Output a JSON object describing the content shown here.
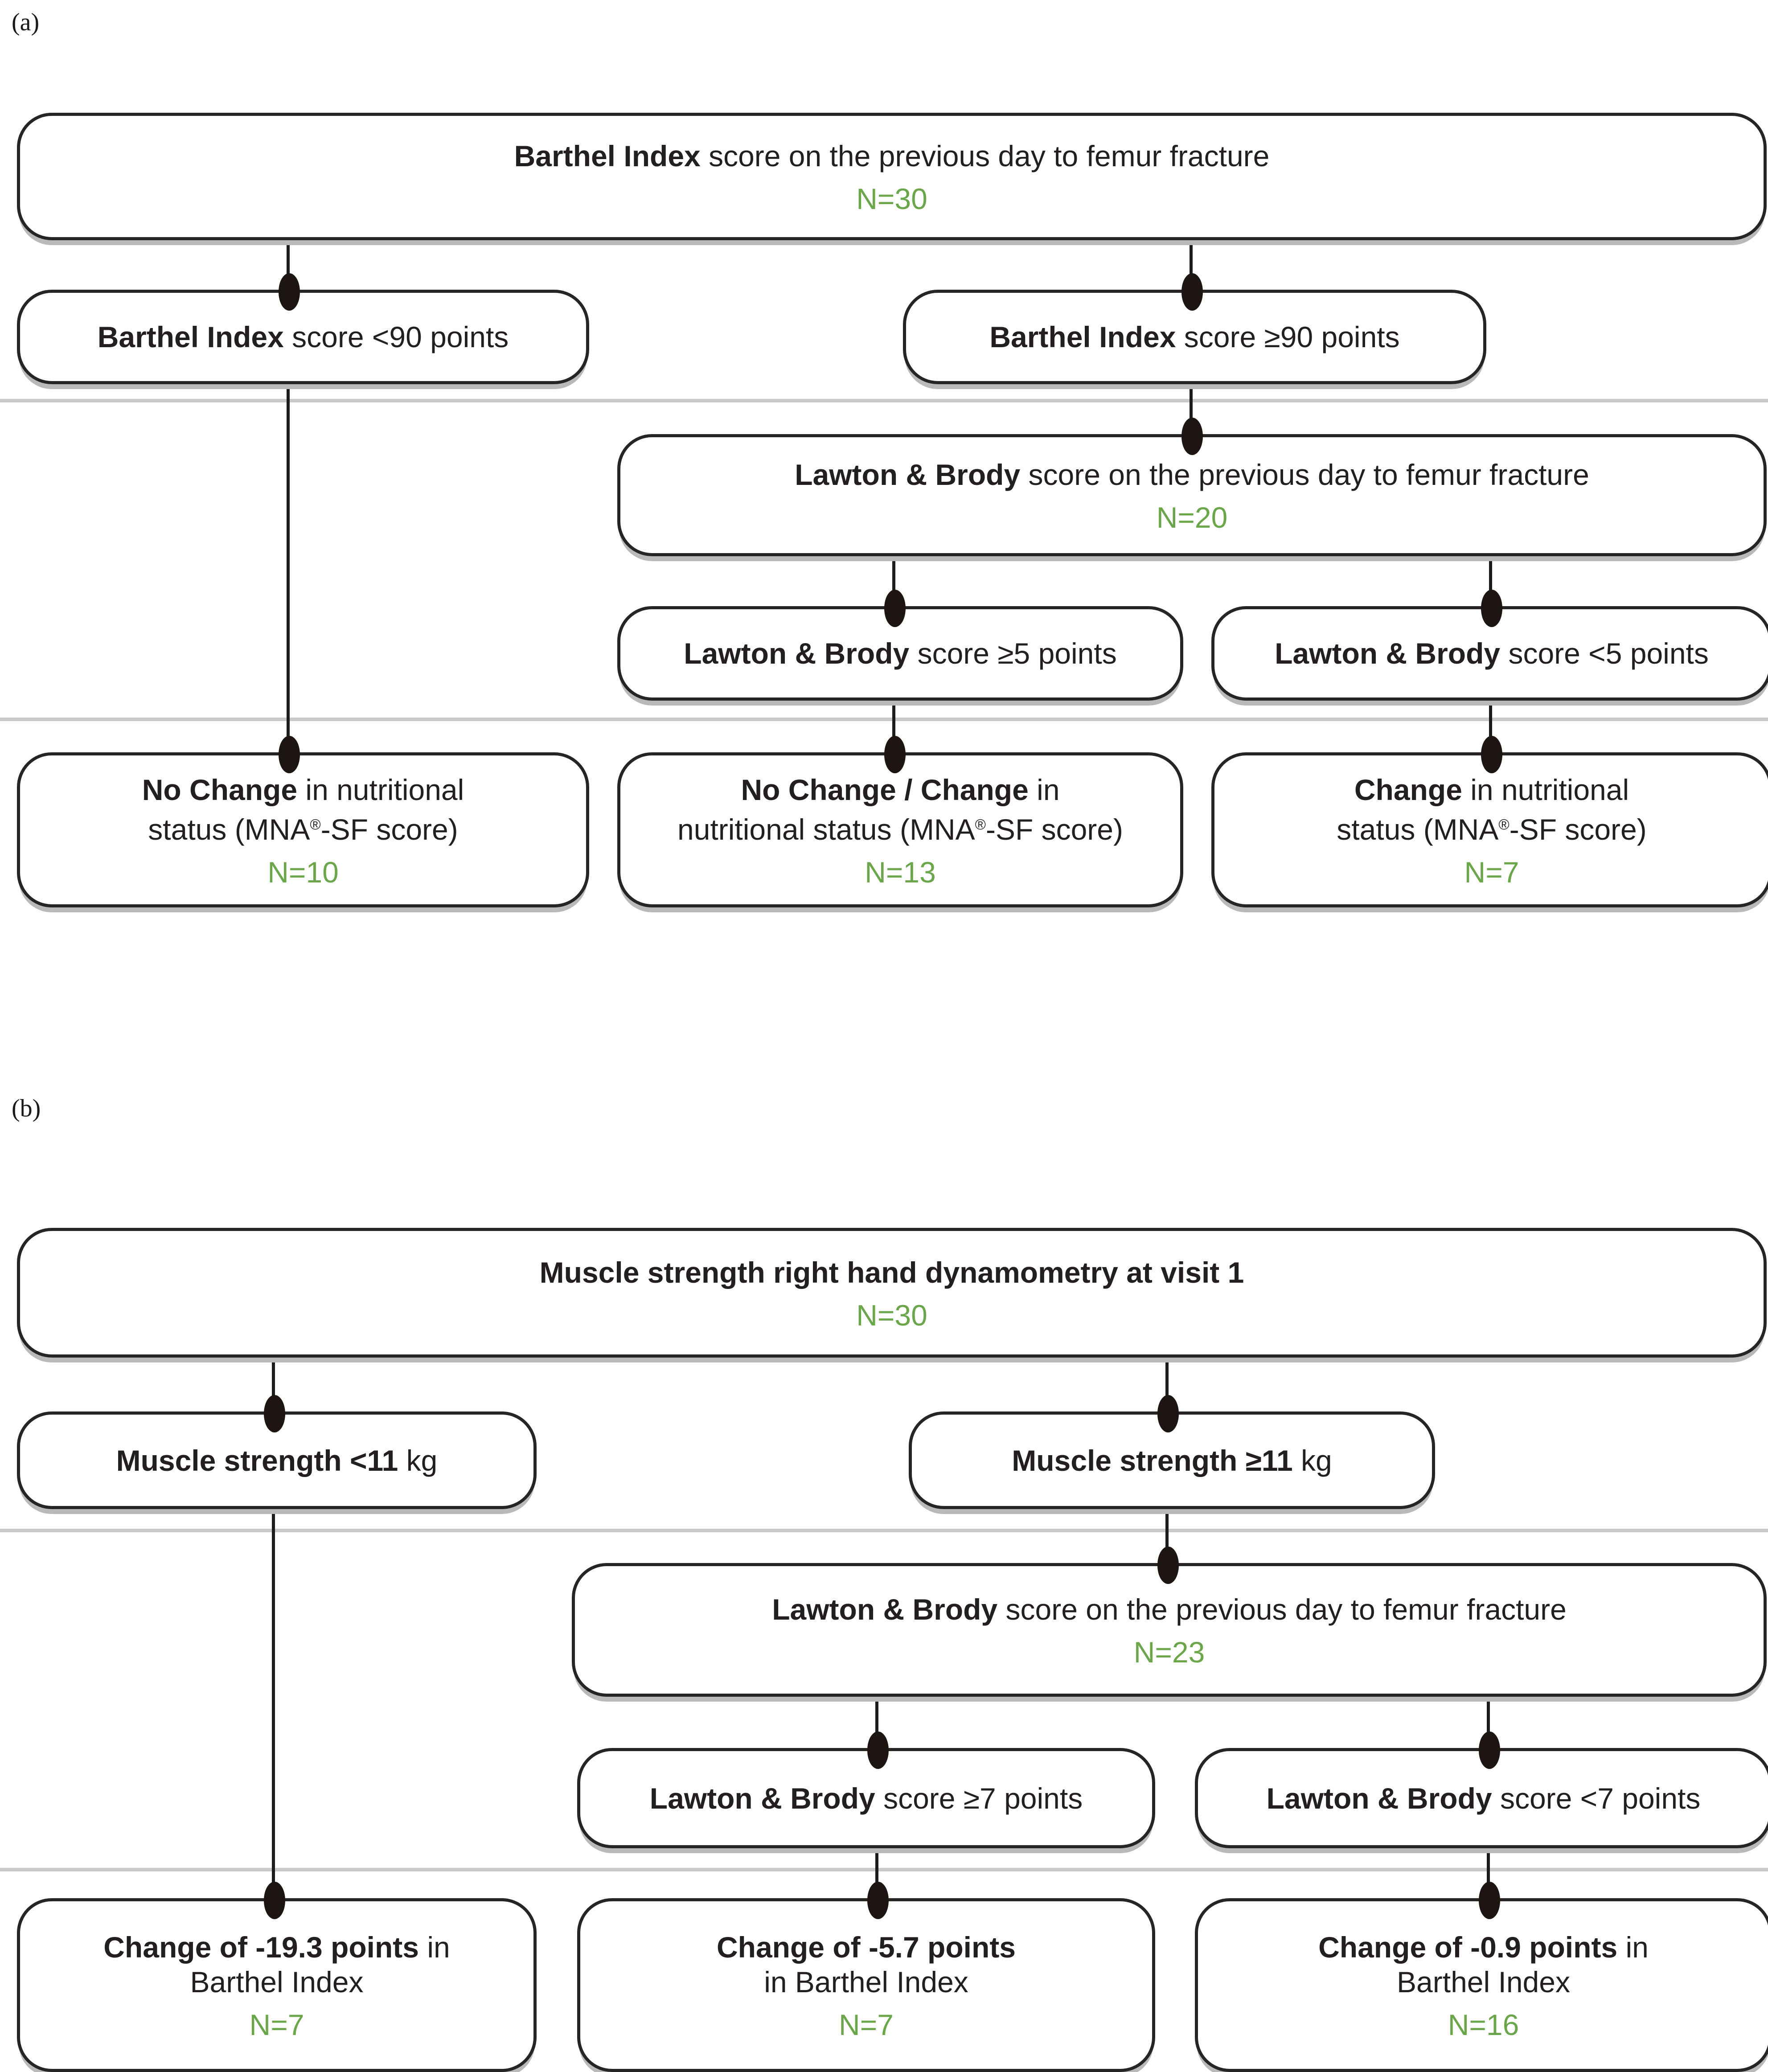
{
  "figure": {
    "colors": {
      "sample_size_green": "#6ba64b",
      "text_dark": "#231f20",
      "separator_gray": "#c9c9c9",
      "shadow_gray": "#b9b9b9"
    },
    "panels": [
      {
        "label": "(a)",
        "nodes": {
          "root": {
            "lines": [
              [
                {
                  "t": "Barthel Index",
                  "b": true
                },
                {
                  "t": " score on the previous day to femur fracture"
                }
              ]
            ],
            "n": "N=30"
          },
          "left": {
            "lines": [
              [
                {
                  "t": "Barthel Index",
                  "b": true
                },
                {
                  "t": " score <90 points"
                }
              ]
            ]
          },
          "right": {
            "lines": [
              [
                {
                  "t": "Barthel Index",
                  "b": true
                },
                {
                  "t": " score ≥90 points"
                }
              ]
            ]
          },
          "lawton": {
            "lines": [
              [
                {
                  "t": "Lawton & Brody",
                  "b": true
                },
                {
                  "t": " score on the previous day to femur fracture"
                }
              ]
            ],
            "n": "N=20"
          },
          "lawton_ge": {
            "lines": [
              [
                {
                  "t": "Lawton & Brody",
                  "b": true
                },
                {
                  "t": " score ≥5 points"
                }
              ]
            ]
          },
          "lawton_lt": {
            "lines": [
              [
                {
                  "t": "Lawton & Brody",
                  "b": true
                },
                {
                  "t": " score <5 points"
                }
              ]
            ]
          },
          "outcome_left": {
            "lines": [
              [
                {
                  "t": "No Change",
                  "b": true
                },
                {
                  "t": " in nutritional"
                }
              ],
              [
                {
                  "t": "status (MNA"
                },
                {
                  "t": "®",
                  "sup": true
                },
                {
                  "t": "-SF score)"
                }
              ]
            ],
            "n": "N=10"
          },
          "outcome_mid": {
            "lines": [
              [
                {
                  "t": "No Change / Change",
                  "b": true
                },
                {
                  "t": " in"
                }
              ],
              [
                {
                  "t": "nutritional status (MNA"
                },
                {
                  "t": "®",
                  "sup": true
                },
                {
                  "t": "-SF score)"
                }
              ]
            ],
            "n": "N=13"
          },
          "outcome_right": {
            "lines": [
              [
                {
                  "t": "Change",
                  "b": true
                },
                {
                  "t": " in nutritional"
                }
              ],
              [
                {
                  "t": "status (MNA"
                },
                {
                  "t": "®",
                  "sup": true
                },
                {
                  "t": "-SF score)"
                }
              ]
            ],
            "n": "N=7"
          }
        }
      },
      {
        "label": "(b)",
        "nodes": {
          "root": {
            "lines": [
              [
                {
                  "t": "Muscle strength right hand dynamometry at visit 1",
                  "b": true
                }
              ]
            ],
            "n": "N=30"
          },
          "left": {
            "lines": [
              [
                {
                  "t": "Muscle strength <11",
                  "b": true
                },
                {
                  "t": " kg"
                }
              ]
            ]
          },
          "right": {
            "lines": [
              [
                {
                  "t": "Muscle strength ≥11",
                  "b": true
                },
                {
                  "t": " kg"
                }
              ]
            ]
          },
          "lawton": {
            "lines": [
              [
                {
                  "t": "Lawton & Brody",
                  "b": true
                },
                {
                  "t": " score on the previous day to femur fracture"
                }
              ]
            ],
            "n": "N=23"
          },
          "lawton_ge": {
            "lines": [
              [
                {
                  "t": "Lawton & Brody",
                  "b": true
                },
                {
                  "t": " score ≥7 points"
                }
              ]
            ]
          },
          "lawton_lt": {
            "lines": [
              [
                {
                  "t": "Lawton & Brody",
                  "b": true
                },
                {
                  "t": " score <7 points"
                }
              ]
            ]
          },
          "outcome_left": {
            "lines": [
              [
                {
                  "t": "Change of -19.3 points",
                  "b": true
                },
                {
                  "t": " in"
                }
              ],
              [
                {
                  "t": "Barthel Index"
                }
              ]
            ],
            "n": "N=7"
          },
          "outcome_mid": {
            "lines": [
              [
                {
                  "t": "Change of -5.7 points",
                  "b": true
                }
              ],
              [
                {
                  "t": "in Barthel Index"
                }
              ]
            ],
            "n": "N=7"
          },
          "outcome_right": {
            "lines": [
              [
                {
                  "t": "Change of -0.9 points",
                  "b": true
                },
                {
                  "t": " in"
                }
              ],
              [
                {
                  "t": "Barthel Index"
                }
              ]
            ],
            "n": "N=16"
          }
        }
      }
    ]
  }
}
